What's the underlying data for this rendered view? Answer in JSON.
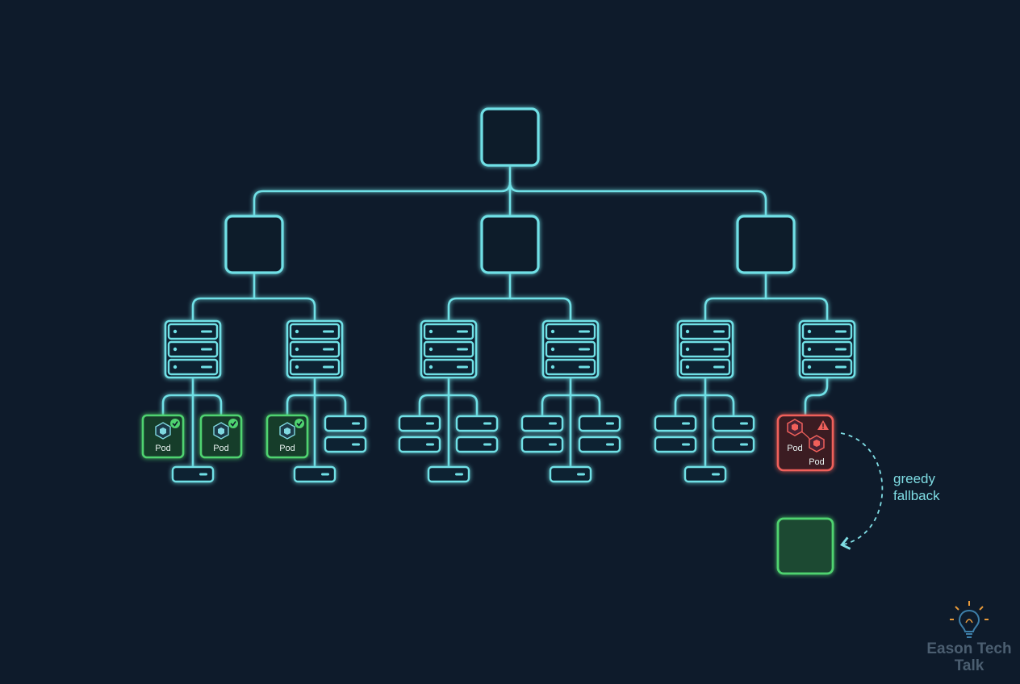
{
  "pod_label": "Pod",
  "annotation": {
    "line1": "greedy",
    "line2": "fallback"
  },
  "logo": {
    "line1": "Eason Tech",
    "line2": "Talk"
  },
  "colors": {
    "background": "#0e1b2b",
    "line": "#6fe0e6",
    "success": "#4fd36f",
    "error": "#f0605a"
  }
}
